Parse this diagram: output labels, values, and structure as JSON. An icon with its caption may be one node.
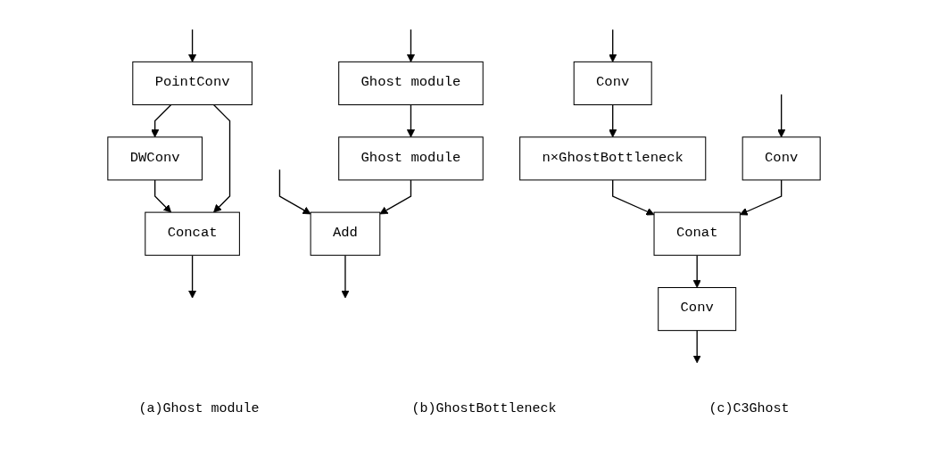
{
  "diagram": {
    "nodes": [
      {
        "text": [
          "PointConv"
        ]
      },
      {
        "text": [
          "DWConv"
        ]
      },
      {
        "text": [
          "Concat"
        ]
      },
      {
        "text": [
          "Ghost module"
        ]
      },
      {
        "text": [
          "Ghost module"
        ]
      },
      {
        "text": [
          "Add"
        ]
      },
      {
        "text": [
          "Conv"
        ]
      },
      {
        "text": [
          "n×GhostBottleneck"
        ]
      },
      {
        "text": [
          "Conv"
        ]
      },
      {
        "text": [
          "Conat"
        ]
      },
      {
        "text": [
          "Conv"
        ]
      }
    ],
    "edges": [
      {
        "from": null,
        "to": 0,
        "arrow": "to"
      },
      {
        "from": 0,
        "to": 1,
        "arrow": "to"
      },
      {
        "from": 1,
        "to": 2,
        "arrow": "to"
      },
      {
        "from": 0,
        "to": 2,
        "arrow": "to"
      },
      {
        "from": 2,
        "to": null,
        "arrow": "to"
      },
      {
        "from": null,
        "to": 3,
        "arrow": "to"
      },
      {
        "from": null,
        "to": 5,
        "arrow": "to"
      },
      {
        "from": 3,
        "to": 4,
        "arrow": "to"
      },
      {
        "from": 4,
        "to": 5,
        "arrow": "to"
      },
      {
        "from": 5,
        "to": null,
        "arrow": "to"
      },
      {
        "from": null,
        "to": 6,
        "arrow": "to"
      },
      {
        "from": null,
        "to": 8,
        "arrow": "to"
      },
      {
        "from": 6,
        "to": 7,
        "arrow": "to"
      },
      {
        "from": 7,
        "to": 9,
        "arrow": "to"
      },
      {
        "from": 8,
        "to": 9,
        "arrow": "to"
      },
      {
        "from": 9,
        "to": 10,
        "arrow": "to"
      },
      {
        "from": 10,
        "to": null,
        "arrow": "to"
      }
    ],
    "labels": [
      "(a)Ghost module",
      "(b)GhostBottleneck",
      "(c)C3Ghost"
    ]
  }
}
